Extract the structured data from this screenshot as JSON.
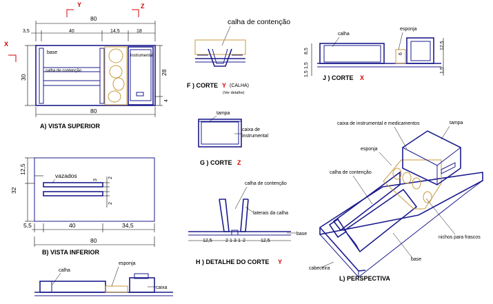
{
  "markers": {
    "y": "Y",
    "z": "Z",
    "x": "X"
  },
  "superior": {
    "dims_top": {
      "total": "80",
      "d1": "3,5",
      "d2": "40",
      "d3": "14,5",
      "d4": "18"
    },
    "left_dim": "30",
    "right_dim": "28",
    "right_small": "4",
    "bottom_dim": "80",
    "labels": {
      "base": "base",
      "calha": "calha de contenção",
      "instrumental": "instrumental"
    },
    "title": "A) VISTA SUPERIOR"
  },
  "inferior": {
    "left_dim": "12,5",
    "height_dim": "32",
    "vazados": "vazados",
    "right_dims": [
      "3",
      "2",
      "2"
    ],
    "bottom_dims": [
      "5,5",
      "40",
      "34,5"
    ],
    "total": "80",
    "title": "B) VISTA INFERIOR"
  },
  "bottom_view": {
    "calha": "calha",
    "esponja": "esponja",
    "caixa": "caixa"
  },
  "corte_y": {
    "label": "calha de contenção",
    "title": "F ) CORTE",
    "marker": "Y",
    "sub": "(CALHA)",
    "note": "(Ver detalhe)"
  },
  "corte_z": {
    "tampa": "tampa",
    "caixa": "caixa de",
    "caixa2": "instrumental",
    "title": "G ) CORTE",
    "marker": "Z"
  },
  "detalhe": {
    "calha": "calha de contenção",
    "laterais": "laterais da calha",
    "base": "base",
    "dims": [
      "12,5",
      "2",
      "1",
      "3",
      "1",
      "2",
      "12,5"
    ],
    "title": "H ) DETALHE DO CORTE",
    "marker": "Y"
  },
  "corte_x": {
    "calha": "calha",
    "esponja": "esponja",
    "left_dims": [
      "8,5",
      "1,5",
      "1,5"
    ],
    "mid_dim": "6",
    "right_dims": [
      "12,5",
      "1,5"
    ],
    "title": "J ) CORTE",
    "marker": "X"
  },
  "perspectiva": {
    "caixa": "caixa de instrumental  e  medicamentos",
    "tampa": "tampa",
    "esponja": "esponja",
    "calha": "calha de contenção",
    "nichos": "nichos para frascos",
    "base": "base",
    "cabeceira": "cabeceira",
    "title": "L)  PERSPECTIVA"
  }
}
